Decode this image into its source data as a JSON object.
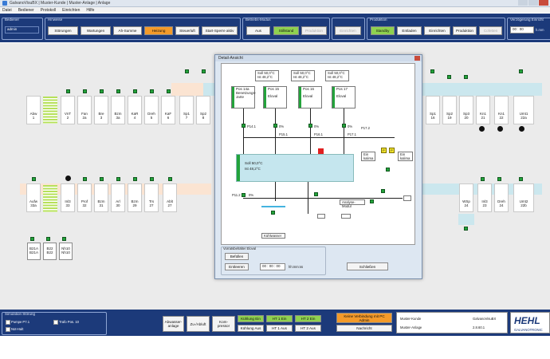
{
  "window": {
    "title": "GalvanoVisuBX | Muster-Kunde | Muster-Anlage | Anlage"
  },
  "menu": [
    "Datei",
    "Bediener",
    "Protokoll",
    "Einrichten",
    "Hilfe"
  ],
  "toolbar": {
    "bediener_label": "Bediener",
    "bediener_value": "admin",
    "hinweise_label": "Hinweise",
    "hinweise_buttons": [
      "Störungen",
      "Wartungen",
      "Ah-Summe",
      "Heizung",
      "Steuerluft",
      "Start-Sperre aktiv"
    ],
    "betrieb_label": "Betriebs-Modus",
    "betrieb_buttons": [
      "Aus",
      "Stillstand",
      "Produktion"
    ],
    "einrichten_label": "Einrichten",
    "produktion_label": "Produktion",
    "produktion_buttons": [
      "Standby",
      "Entladen",
      "Einrichten",
      "Produktion",
      "Cofetten"
    ],
    "uhr_label": "Verzögerung Einricht",
    "uhr_value": "00 : 00",
    "uhr_unit": "h.mm"
  },
  "top_row": [
    {
      "l1": "Abw",
      "l2": "1"
    },
    {
      "l1": "VnT",
      "l2": "2"
    },
    {
      "l1": "Fan",
      "l2": "2a"
    },
    {
      "l1": "Bre",
      "l2": "3"
    },
    {
      "l1": "Bzm",
      "l2": "3a"
    },
    {
      "l1": "KaR",
      "l2": "4"
    },
    {
      "l1": "Dreh",
      "l2": "5"
    },
    {
      "l1": "KaF",
      "l2": "6"
    },
    {
      "l1": "Sp1",
      "l2": "7"
    },
    {
      "l1": "Sp2",
      "l2": "8"
    }
  ],
  "top_row_right": [
    {
      "l1": "Sp1",
      "l2": "16"
    },
    {
      "l1": "Sp2",
      "l2": "19"
    },
    {
      "l1": "Sp3",
      "l2": "20"
    },
    {
      "l1": "Kn1",
      "l2": "21"
    },
    {
      "l1": "Kn1",
      "l2": "22"
    },
    {
      "l1": "Umt1",
      "l2": "22a"
    }
  ],
  "mid_row": [
    {
      "l1": "Aufw",
      "l2": "33a"
    },
    {
      "l1": "Inl3",
      "l2": "33"
    },
    {
      "l1": "Prof",
      "l2": "32"
    },
    {
      "l1": "Bzm",
      "l2": "31"
    },
    {
      "l1": "Arl",
      "l2": "30"
    },
    {
      "l1": "Bzm",
      "l2": "29"
    },
    {
      "l1": "Trs",
      "l2": "27"
    },
    {
      "l1": "Ablt",
      "l2": "27"
    }
  ],
  "mid_row_right": [
    {
      "l1": "WSp",
      "l2": "24"
    },
    {
      "l1": "Inl3",
      "l2": "23"
    },
    {
      "l1": "Dreh",
      "l2": "24"
    },
    {
      "l1": "Umt2",
      "l2": "22b"
    }
  ],
  "bottom_left_boxes": [
    "B21A",
    "B22",
    "Nh10",
    "B21A",
    "B22",
    "Nh10"
  ],
  "dialog": {
    "title": "Detail-Ansicht",
    "sollwert": "50,0°C",
    "istwert": "48,2°C",
    "soll_label": "Soll",
    "ist_label": "Ist",
    "tanks": [
      {
        "name": "Pos 14a",
        "text": "Benetzungs-\nJarte"
      },
      {
        "name": "Pos 15",
        "text": "Eloval"
      },
      {
        "name": "Pos 16",
        "text": "Eloval"
      },
      {
        "name": "Pos 17",
        "text": "Eloval"
      }
    ],
    "main_tank": {
      "soll": "Soll  50,0°C",
      "ist": "Ist   48,2°C"
    },
    "pumps": [
      "P14.1",
      "P15.1",
      "P16.1",
      "P17.1",
      "P11.2",
      "P17.2"
    ],
    "ein_kalima": "Ein\nkalima",
    "analyse_modul": "Analyse-Modul",
    "kuehlwasser": "Kühlwasser",
    "percent": "0%",
    "vorrat_label": "Vorratsbehälter Eloval",
    "befuellen": "Befüllen",
    "entleeren": "Entleeren",
    "time_value": "00 : 00 : 00",
    "time_unit": "hh:mm:ss",
    "schliessen": "Schließen"
  },
  "bottom": {
    "sim_label": "Simulation Störung",
    "sim_items": [
      "Pumpe P7.1",
      "Trafo Pos. 10",
      "Not-Halt"
    ],
    "buttons": [
      "Abwasser-\nanlage",
      "Zu-/Abluft",
      "Kom-\npressor"
    ],
    "green_buttons": [
      "Kühlung Ein",
      "HT 1 Ein",
      "HT 2 Ein",
      "Kühlung Aus",
      "HT 1 Aus",
      "HT 2 Aus"
    ],
    "pc_status": "Keine Verbindung mit PC\nAdmin",
    "nachricht": "Nachricht",
    "kunde": "Muster-Kunde",
    "anlage": "Muster-Anlage",
    "app": "GalvanoVisuBX",
    "version": "2.8.60.1",
    "logo": "HEHL",
    "logo_sub": "GALVANOTRONIC"
  }
}
